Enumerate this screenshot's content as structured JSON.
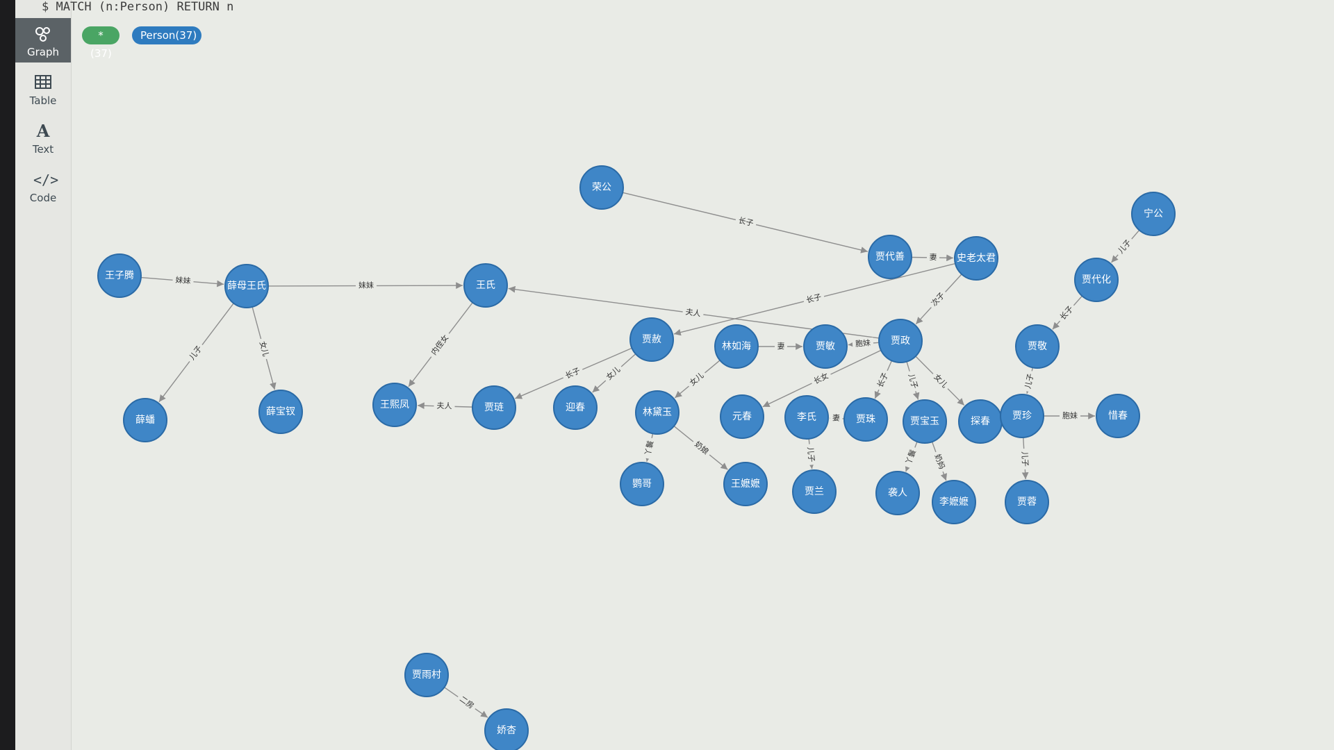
{
  "query": "$ MATCH (n:Person) RETURN n",
  "sidebar": {
    "items": [
      {
        "label": "Graph",
        "icon": "graph-icon",
        "active": true
      },
      {
        "label": "Table",
        "icon": "table-icon",
        "active": false
      },
      {
        "label": "Text",
        "icon": "text-icon",
        "active": false
      },
      {
        "label": "Code",
        "icon": "code-icon",
        "active": false
      }
    ]
  },
  "tags": {
    "all": "*(37)",
    "person": "Person(37)"
  },
  "colors": {
    "node_fill": "#3f86c7",
    "tag_all": "#4aa564",
    "tag_person": "#2e7bbf"
  },
  "graph": {
    "nodes": [
      {
        "id": "rongguo",
        "label": "荣公"
      },
      {
        "id": "ninggong",
        "label": "宁公"
      },
      {
        "id": "jiadaishan",
        "label": "贾代善"
      },
      {
        "id": "shilaotaijun",
        "label": "史老太君"
      },
      {
        "id": "jiadaihua",
        "label": "贾代化"
      },
      {
        "id": "wangziteng",
        "label": "王子腾"
      },
      {
        "id": "xuemuwangshi",
        "label": "薛母王氏"
      },
      {
        "id": "wangshi",
        "label": "王氏"
      },
      {
        "id": "jiashe",
        "label": "贾赦"
      },
      {
        "id": "linruhai",
        "label": "林如海"
      },
      {
        "id": "jiamin",
        "label": "贾敏"
      },
      {
        "id": "jiazheng",
        "label": "贾政"
      },
      {
        "id": "jiajing",
        "label": "贾敬"
      },
      {
        "id": "xuepan",
        "label": "薛蟠"
      },
      {
        "id": "xuebaochai",
        "label": "薛宝钗"
      },
      {
        "id": "wangxifeng",
        "label": "王熙凤"
      },
      {
        "id": "jialian",
        "label": "贾琏"
      },
      {
        "id": "yingchun",
        "label": "迎春"
      },
      {
        "id": "lindaiyu",
        "label": "林黛玉"
      },
      {
        "id": "yuanchun",
        "label": "元春"
      },
      {
        "id": "lishi",
        "label": "李氏"
      },
      {
        "id": "jiazhu",
        "label": "贾珠"
      },
      {
        "id": "jiabaoyu",
        "label": "贾宝玉"
      },
      {
        "id": "tanchun",
        "label": "探春"
      },
      {
        "id": "jiazhen",
        "label": "贾珍"
      },
      {
        "id": "xichun",
        "label": "惜春"
      },
      {
        "id": "yinge",
        "label": "鹦哥"
      },
      {
        "id": "wangmama",
        "label": "王嬷嬷"
      },
      {
        "id": "jialan",
        "label": "贾兰"
      },
      {
        "id": "xiren",
        "label": "袭人"
      },
      {
        "id": "limama",
        "label": "李嬷嬷"
      },
      {
        "id": "jiarong",
        "label": "贾蓉"
      },
      {
        "id": "jiayucun",
        "label": "贾雨村"
      },
      {
        "id": "jiaoxing",
        "label": "娇杏"
      }
    ],
    "edges": [
      {
        "from": "rongguo",
        "to": "jiadaishan",
        "label": "长子"
      },
      {
        "from": "jiadaishan",
        "to": "shilaotaijun",
        "label": "妻"
      },
      {
        "from": "ninggong",
        "to": "jiadaihua",
        "label": "儿子"
      },
      {
        "from": "jiadaihua",
        "to": "jiajing",
        "label": "长子"
      },
      {
        "from": "shilaotaijun",
        "to": "jiashe",
        "label": "长子"
      },
      {
        "from": "shilaotaijun",
        "to": "jiazheng",
        "label": "次子"
      },
      {
        "from": "wangziteng",
        "to": "xuemuwangshi",
        "label": "妹妹"
      },
      {
        "from": "xuemuwangshi",
        "to": "wangshi",
        "label": "妹妹"
      },
      {
        "from": "xuemuwangshi",
        "to": "xuepan",
        "label": "儿子"
      },
      {
        "from": "xuemuwangshi",
        "to": "xuebaochai",
        "label": "女儿"
      },
      {
        "from": "wangshi",
        "to": "wangxifeng",
        "label": "内侄女"
      },
      {
        "from": "jiazheng",
        "to": "wangshi",
        "label": "夫人"
      },
      {
        "from": "jiazheng",
        "to": "jiamin",
        "label": "胞妹"
      },
      {
        "from": "linruhai",
        "to": "jiamin",
        "label": "妻"
      },
      {
        "from": "jiashe",
        "to": "jialian",
        "label": "长子"
      },
      {
        "from": "jiashe",
        "to": "yingchun",
        "label": "女儿"
      },
      {
        "from": "jialian",
        "to": "wangxifeng",
        "label": "夫人"
      },
      {
        "from": "linruhai",
        "to": "lindaiyu",
        "label": "女儿"
      },
      {
        "from": "jiazheng",
        "to": "yuanchun",
        "label": "长女"
      },
      {
        "from": "jiazheng",
        "to": "jiazhu",
        "label": "长子"
      },
      {
        "from": "jiazheng",
        "to": "jiabaoyu",
        "label": "儿子"
      },
      {
        "from": "jiazheng",
        "to": "tanchun",
        "label": "女儿"
      },
      {
        "from": "jiazhu",
        "to": "lishi",
        "label": "妻"
      },
      {
        "from": "lishi",
        "to": "jialan",
        "label": "儿子"
      },
      {
        "from": "jiajing",
        "to": "jiazhen",
        "label": "儿子"
      },
      {
        "from": "jiazhen",
        "to": "xichun",
        "label": "胞妹"
      },
      {
        "from": "jiazhen",
        "to": "jiarong",
        "label": "儿子"
      },
      {
        "from": "lindaiyu",
        "to": "yinge",
        "label": "丫鬟"
      },
      {
        "from": "lindaiyu",
        "to": "wangmama",
        "label": "奶娘"
      },
      {
        "from": "jiabaoyu",
        "to": "xiren",
        "label": "丫鬟"
      },
      {
        "from": "jiabaoyu",
        "to": "limama",
        "label": "奶妈"
      },
      {
        "from": "jiayucun",
        "to": "jiaoxing",
        "label": "二房"
      }
    ]
  }
}
